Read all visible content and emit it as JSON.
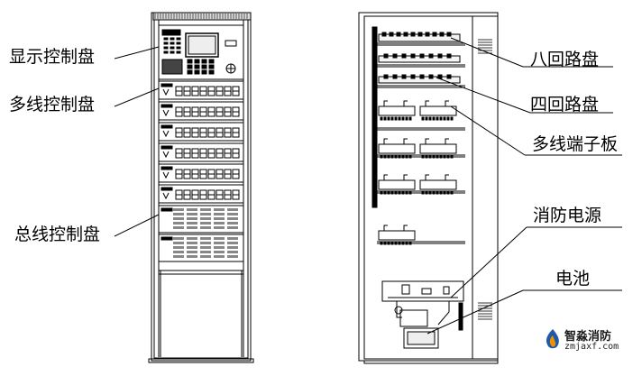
{
  "labels": {
    "display_panel": "显示控制盘",
    "multiline_panel": "多线控制盘",
    "bus_panel": "总线控制盘",
    "eight_circuit_panel": "八回路盘",
    "four_circuit_panel": "四回路盘",
    "multiline_terminal_board": "多线端子板",
    "fire_power_supply": "消防电源",
    "battery": "电池"
  },
  "logo": {
    "name": "智淼消防",
    "url": "zmjaxf.com"
  },
  "colors": {
    "line": "#000000",
    "logo_blue": "#1e5aa8",
    "logo_orange": "#f29100"
  }
}
